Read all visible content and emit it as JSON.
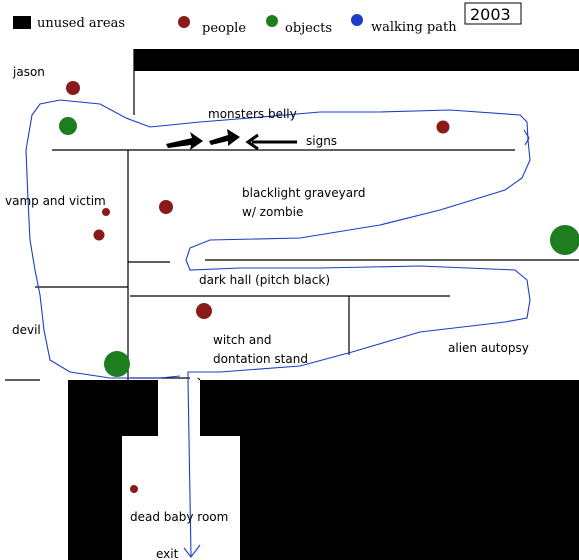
{
  "legend": {
    "unused_label": "unused areas",
    "people_label": "people",
    "objects_label": "objects",
    "path_label": "walking path",
    "year": "2003"
  },
  "colors": {
    "unused": "#000000",
    "people": "#8b1a1a",
    "objects": "#1e7d1e",
    "path": "#1e3cc8",
    "walls": "#000000"
  },
  "rooms": {
    "jason": "jason",
    "monsters_belly": "monsters belly",
    "signs": "signs",
    "vamp_and_victim": "vamp and victim",
    "blacklight_line1": "blacklight graveyard",
    "blacklight_line2": "w/ zombie",
    "dark_hall": "dark hall (pitch black)",
    "devil": "devil",
    "witch_line1": "witch and",
    "witch_line2": "dontation stand",
    "alien_autopsy": "alien autopsy",
    "dead_baby_room": "dead baby room",
    "exit": "exit"
  }
}
